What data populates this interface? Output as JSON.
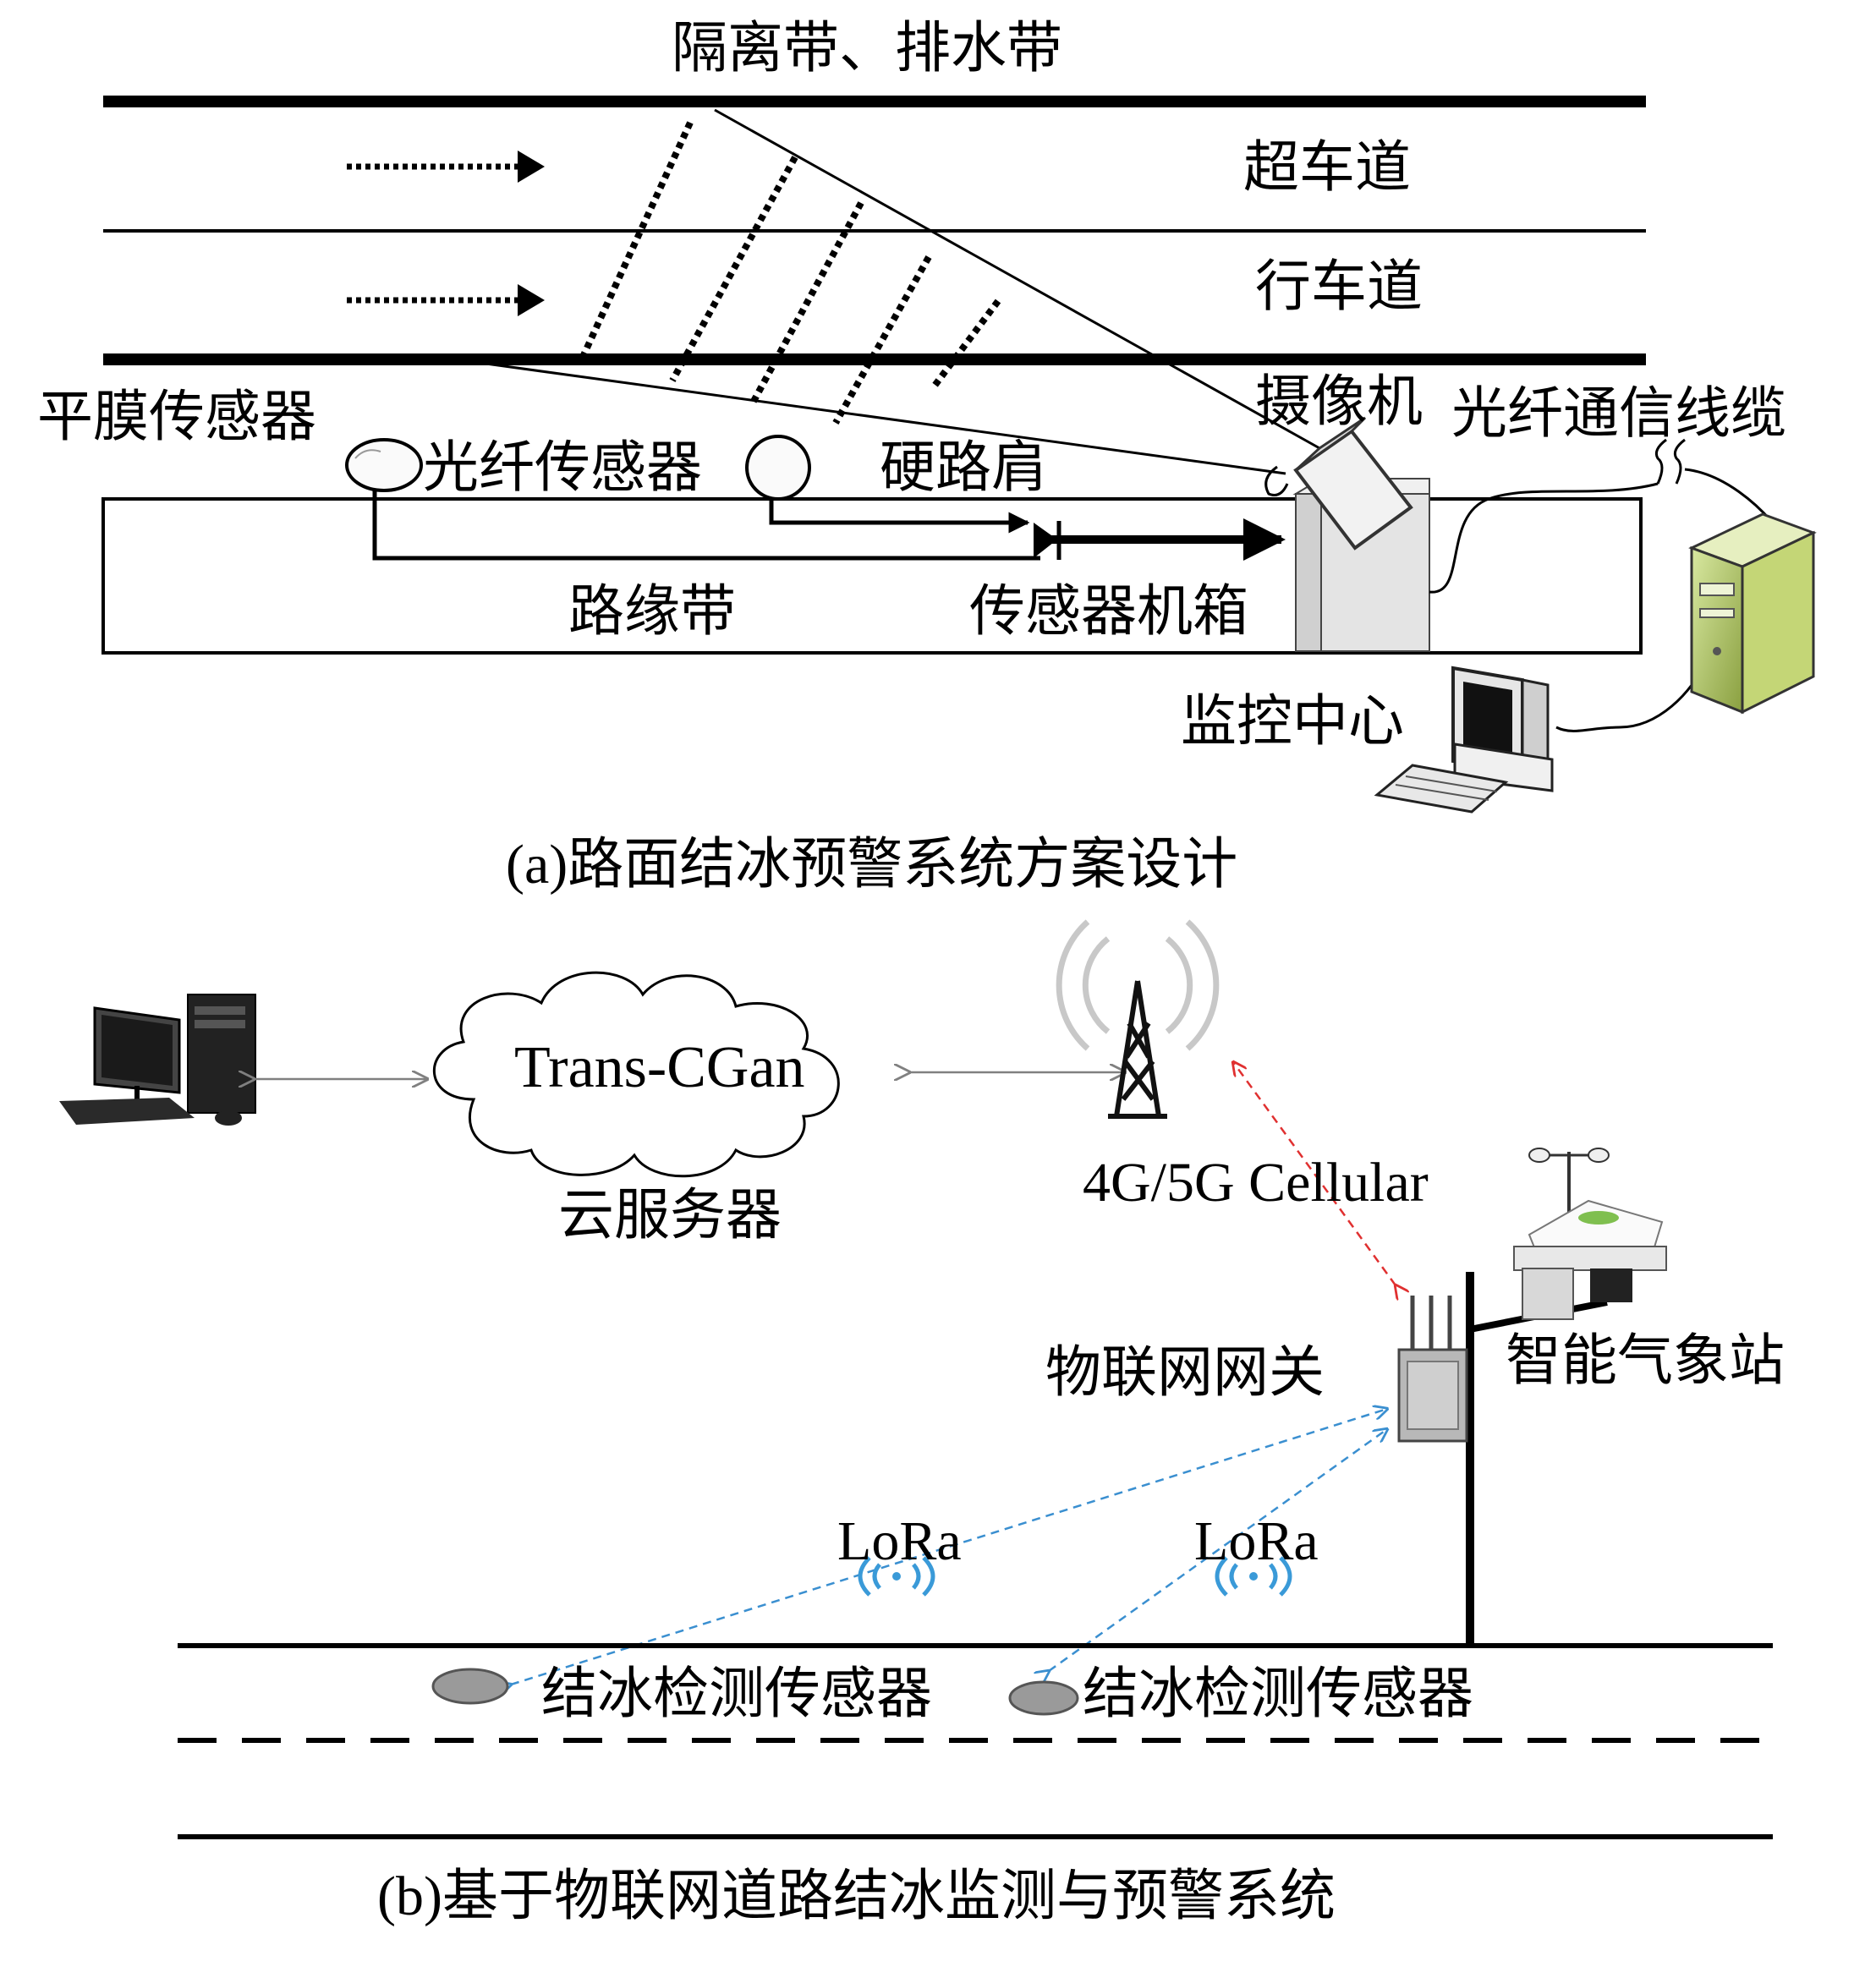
{
  "panel_a": {
    "median_label": "隔离带、排水带",
    "lane_overtaking": "超车道",
    "lane_driving": "行车道",
    "membrane_sensor": "平膜传感器",
    "fiber_sensor": "光纤传感器",
    "hard_shoulder": "硬路肩",
    "curb_strip": "路缘带",
    "sensor_cabinet": "传感器机箱",
    "camera": "摄像机",
    "fiber_cable": "光纤通信线缆",
    "monitor_center": "监控中心",
    "caption": "(a)路面结冰预警系统方案设计"
  },
  "panel_b": {
    "cloud_model": "Trans-CGan",
    "cloud_server": "云服务器",
    "cellular": "4G/5G Cellular",
    "iot_gateway": "物联网网关",
    "weather_station": "智能气象站",
    "lora_left": "LoRa",
    "lora_right": "LoRa",
    "ice_sensor_left": "结冰检测传感器",
    "ice_sensor_right": "结冰检测传感器",
    "caption": "(b)基于物联网道路结冰监测与预警系统"
  },
  "colors": {
    "lora_link": "#3a8fd0",
    "cellular_link": "#e03030",
    "line": "#000000",
    "gray_link": "#808080"
  }
}
